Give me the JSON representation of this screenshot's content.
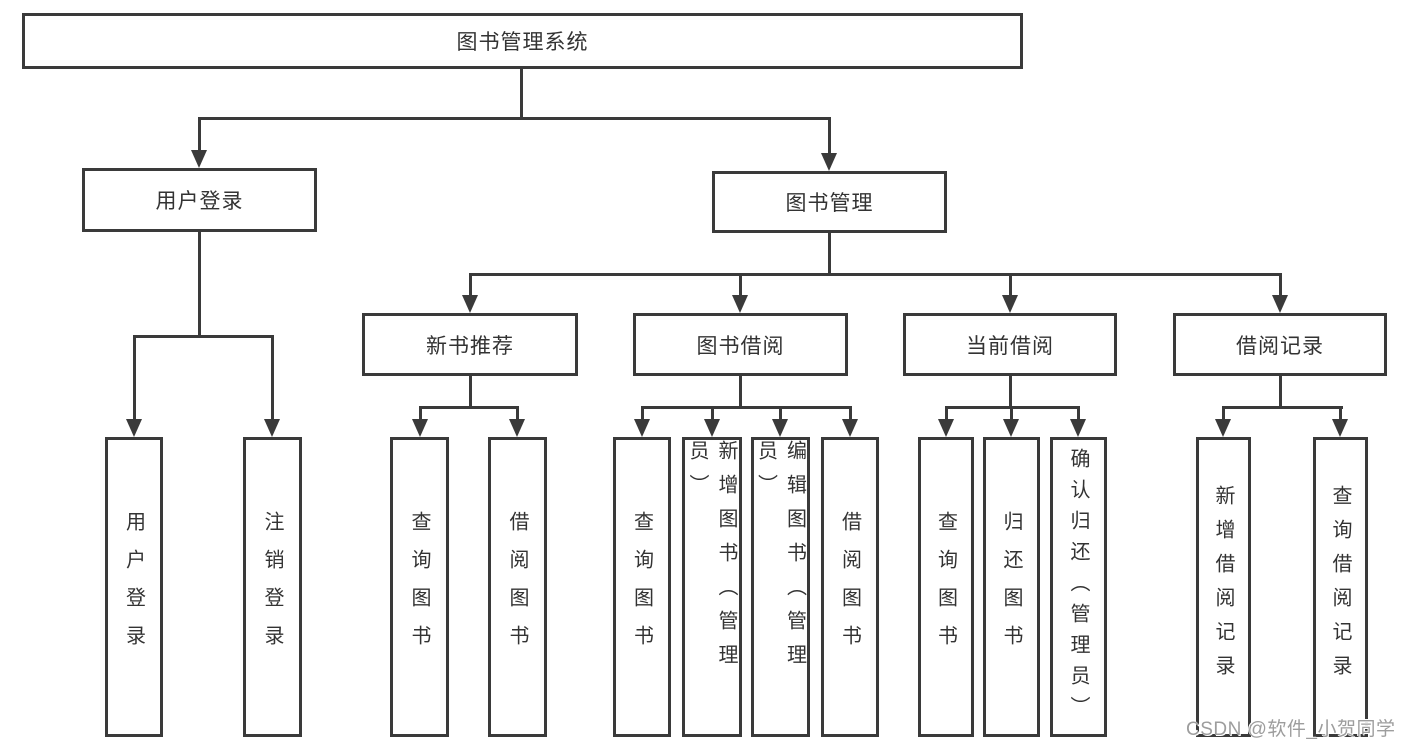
{
  "tree": {
    "root": {
      "label": "图书管理系统"
    },
    "children": [
      {
        "label": "用户登录",
        "children": [
          {
            "label": "用户登录"
          },
          {
            "label": "注销登录"
          }
        ]
      },
      {
        "label": "图书管理",
        "children": [
          {
            "label": "新书推荐",
            "children": [
              {
                "label": "查询图书"
              },
              {
                "label": "借阅图书"
              }
            ]
          },
          {
            "label": "图书借阅",
            "children": [
              {
                "label": "查询图书"
              },
              {
                "label": "新增图书（管理员）"
              },
              {
                "label": "编辑图书（管理员）"
              },
              {
                "label": "借阅图书"
              }
            ]
          },
          {
            "label": "当前借阅",
            "children": [
              {
                "label": "查询图书"
              },
              {
                "label": "归还图书"
              },
              {
                "label": "确认归还（管理员）"
              }
            ]
          },
          {
            "label": "借阅记录",
            "children": [
              {
                "label": "新增借阅记录"
              },
              {
                "label": "查询借阅记录"
              }
            ]
          }
        ]
      }
    ]
  },
  "watermark": {
    "text": "CSDN @软件_小贺同学"
  },
  "colors": {
    "line": "#3a3a3a",
    "box_border": "#3a3a3a",
    "text": "#333333",
    "watermark_text": "#9d9d9d",
    "background": "#ffffff"
  }
}
